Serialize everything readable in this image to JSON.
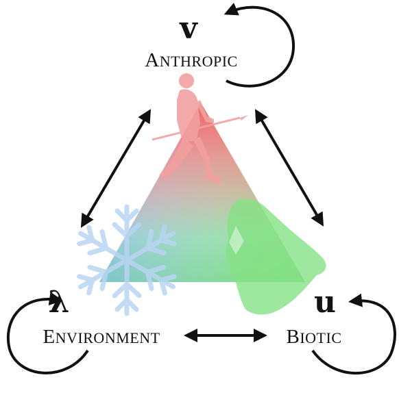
{
  "nodes": {
    "anthropic": {
      "symbol": "v",
      "label_first": "A",
      "label_rest": "NTHROPIC"
    },
    "environment": {
      "symbol": "λ",
      "label_first": "E",
      "label_rest": "NVIRONMENT"
    },
    "biotic": {
      "symbol": "u",
      "label_first": "B",
      "label_rest": "IOTIC"
    }
  },
  "colors": {
    "anthropic": "#e85a5a",
    "environment": "#7fb6ea",
    "biotic": "#6fdc6f",
    "arrows": "#111111"
  },
  "icons": {
    "anthropic": "human-walking-with-spear-icon",
    "environment": "snowflake-icon",
    "biotic": "cave-bear-head-icon"
  }
}
